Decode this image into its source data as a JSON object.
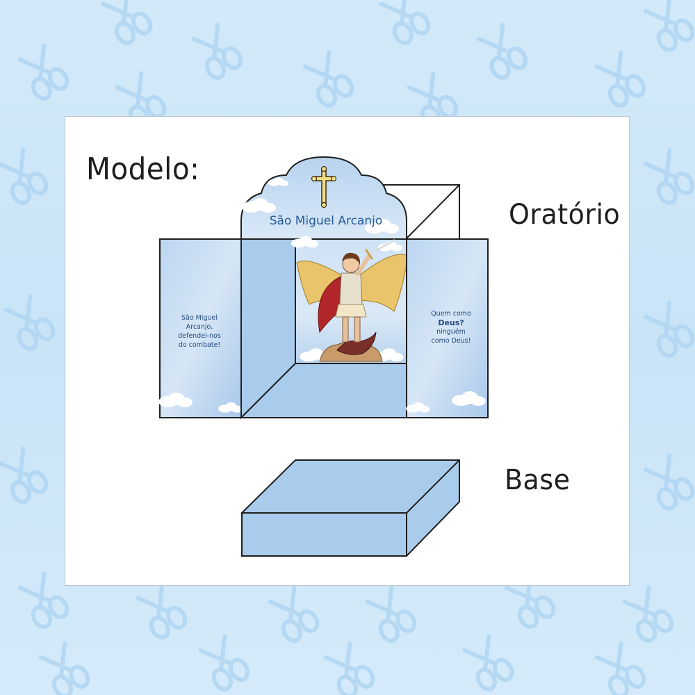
{
  "labels": {
    "modelo": "Modelo:",
    "oratorio": "Oratório",
    "base": "Base"
  },
  "oratory": {
    "pediment_title": "São Miguel Arcanjo",
    "left_wing": [
      "São Miguel",
      "Arcanjo,",
      "defendei-nos",
      "do combate!"
    ],
    "right_wing": [
      "Quem como",
      "Deus?",
      "ninguém",
      "como Deus!"
    ]
  },
  "colors": {
    "panel_blue": "#a9cbec",
    "panel_light": "#dceaf7",
    "outline": "#1f1f1f",
    "background": "#cfe7f8",
    "pattern": "#b2d6f2",
    "title_blue": "#245a9a",
    "cross_gold": "#f3dd87"
  },
  "icons": [
    "scissors-icon",
    "cross-icon",
    "cloud-icon",
    "archangel-michael-illustration"
  ]
}
